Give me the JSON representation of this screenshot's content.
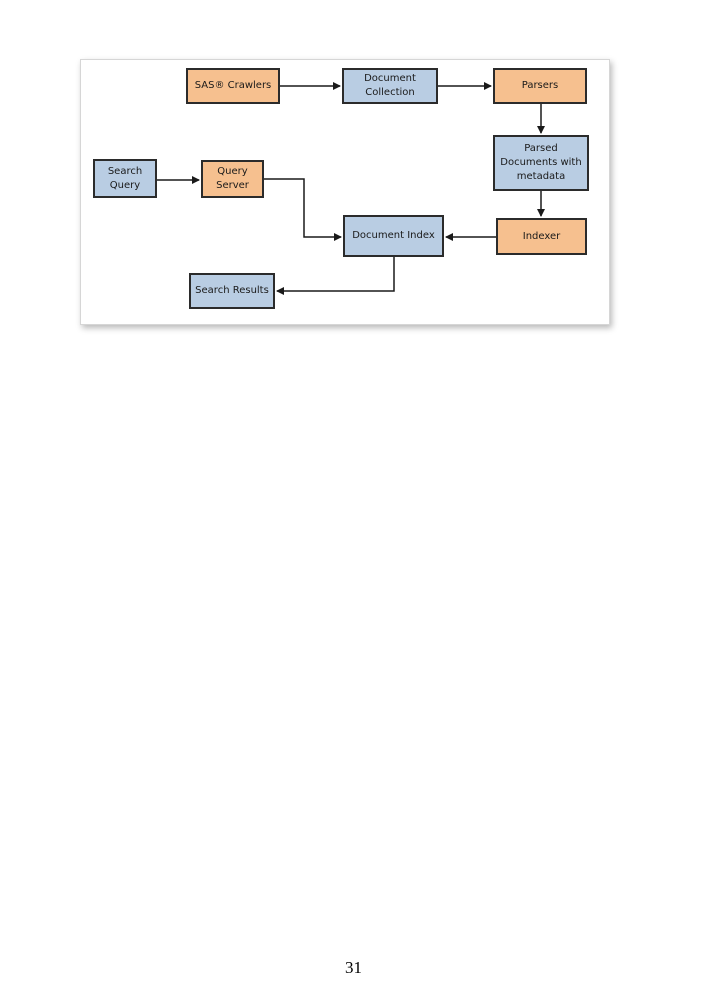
{
  "diagram": {
    "nodes": {
      "sas_crawlers": {
        "label": "SAS® Crawlers",
        "kind": "process"
      },
      "document_collection": {
        "label": "Document\nCollection",
        "kind": "data"
      },
      "parsers": {
        "label": "Parsers",
        "kind": "process"
      },
      "parsed_documents": {
        "label": "Parsed\nDocuments with\nmetadata",
        "kind": "data"
      },
      "indexer": {
        "label": "Indexer",
        "kind": "process"
      },
      "document_index": {
        "label": "Document Index",
        "kind": "data"
      },
      "search_query": {
        "label": "Search\nQuery",
        "kind": "data"
      },
      "query_server": {
        "label": "Query\nServer",
        "kind": "process"
      },
      "search_results": {
        "label": "Search Results",
        "kind": "data"
      }
    },
    "edges": [
      {
        "from": "sas_crawlers",
        "to": "document_collection"
      },
      {
        "from": "document_collection",
        "to": "parsers"
      },
      {
        "from": "parsers",
        "to": "parsed_documents"
      },
      {
        "from": "parsed_documents",
        "to": "indexer"
      },
      {
        "from": "indexer",
        "to": "document_index"
      },
      {
        "from": "search_query",
        "to": "query_server"
      },
      {
        "from": "query_server",
        "to": "document_index"
      },
      {
        "from": "document_index",
        "to": "search_results"
      }
    ],
    "colors": {
      "process": "#f6c08f",
      "data": "#b9cde3",
      "border": "#2b2b2b"
    }
  },
  "footer": {
    "page_number": "31"
  }
}
